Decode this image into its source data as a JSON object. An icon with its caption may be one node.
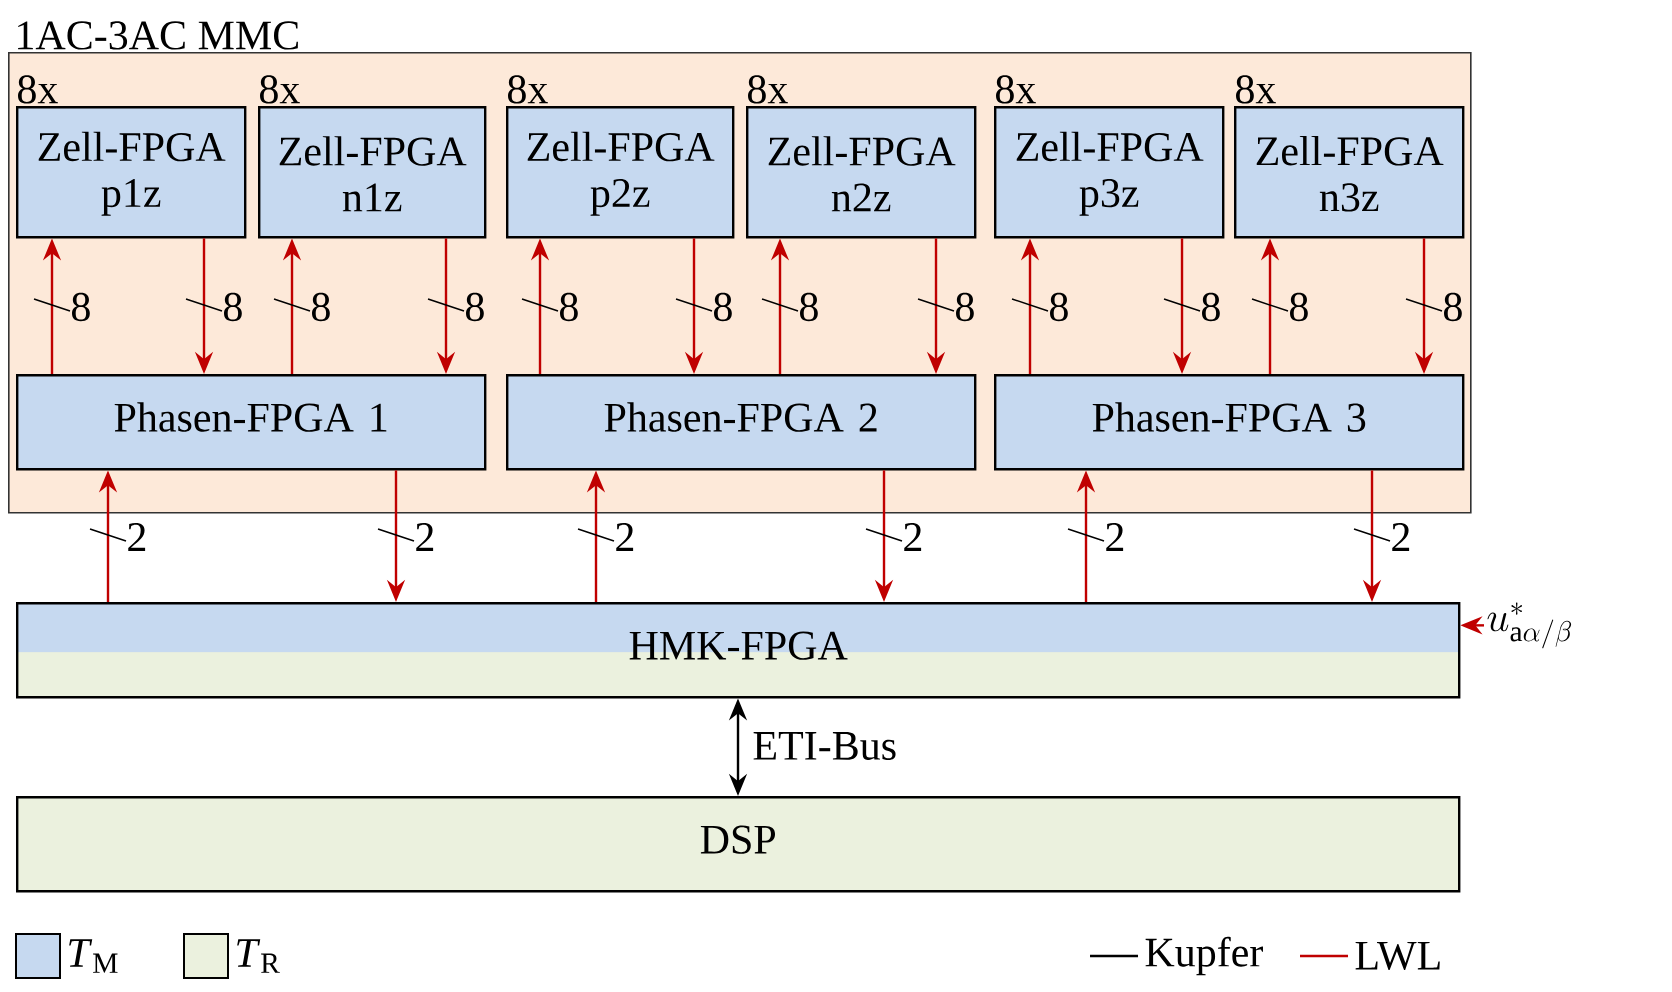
{
  "diagram": {
    "nodes": [
      {
        "text": [
          "1AC-3AC MMC"
        ]
      },
      {
        "text": [
          "Zell-FPGA p1z"
        ],
        "beside": [
          "8x"
        ],
        "in": 0
      },
      {
        "text": [
          "Zell-FPGA n1z"
        ],
        "beside": [
          "8x"
        ],
        "in": 0
      },
      {
        "text": [
          "Zell-FPGA p2z"
        ],
        "beside": [
          "8x"
        ],
        "in": 0
      },
      {
        "text": [
          "Zell-FPGA n2z"
        ],
        "beside": [
          "8x"
        ],
        "in": 0
      },
      {
        "text": [
          "Zell-FPGA p3z"
        ],
        "beside": [
          "8x"
        ],
        "in": 0
      },
      {
        "text": [
          "Zell-FPGA n3z"
        ],
        "beside": [
          "8x"
        ],
        "in": 0
      },
      {
        "text": [
          "Phasen-FPGA 1"
        ],
        "in": 0
      },
      {
        "text": [
          "Phasen-FPGA 2"
        ],
        "in": 0
      },
      {
        "text": [
          "Phasen-FPGA 3"
        ],
        "in": 0
      },
      {
        "text": [
          "HMK-FPGA"
        ]
      },
      {
        "text": [
          "DSP"
        ]
      },
      {
        "text": [
          "u^{*}_{\\mathrm{a}\\alpha/\\beta}"
        ]
      }
    ],
    "edges": [
      {
        "from": 7,
        "to": 1,
        "arrow": "to",
        "label": "8"
      },
      {
        "from": 1,
        "to": 7,
        "arrow": "to",
        "label": "8"
      },
      {
        "from": 7,
        "to": 2,
        "arrow": "to",
        "label": "8"
      },
      {
        "from": 2,
        "to": 7,
        "arrow": "to",
        "label": "8"
      },
      {
        "from": 8,
        "to": 3,
        "arrow": "to",
        "label": "8"
      },
      {
        "from": 3,
        "to": 8,
        "arrow": "to",
        "label": "8"
      },
      {
        "from": 8,
        "to": 4,
        "arrow": "to",
        "label": "8"
      },
      {
        "from": 4,
        "to": 8,
        "arrow": "to",
        "label": "8"
      },
      {
        "from": 9,
        "to": 5,
        "arrow": "to",
        "label": "8"
      },
      {
        "from": 5,
        "to": 9,
        "arrow": "to",
        "label": "8"
      },
      {
        "from": 9,
        "to": 6,
        "arrow": "to",
        "label": "8"
      },
      {
        "from": 6,
        "to": 9,
        "arrow": "to",
        "label": "8"
      },
      {
        "from": 10,
        "to": 7,
        "arrow": "to",
        "label": "2"
      },
      {
        "from": 7,
        "to": 10,
        "arrow": "to",
        "label": "2"
      },
      {
        "from": 10,
        "to": 8,
        "arrow": "to",
        "label": "2"
      },
      {
        "from": 8,
        "to": 10,
        "arrow": "to",
        "label": "2"
      },
      {
        "from": 10,
        "to": 9,
        "arrow": "to",
        "label": "2"
      },
      {
        "from": 9,
        "to": 10,
        "arrow": "to",
        "label": "2"
      },
      {
        "from": 10,
        "to": 11,
        "arrow": "both",
        "label": "ETI-Bus",
        "color": "#000000"
      },
      {
        "from": 12,
        "to": 10,
        "arrow": "to"
      }
    ],
    "legend": [
      {
        "text": "*T*$_{M}$",
        "color": "#c6d9f0"
      },
      {
        "text": "*T*$_{R}$",
        "color": "#ebf1de"
      },
      {
        "text": "Kupfer"
      },
      {
        "text": "LWL"
      }
    ]
  }
}
